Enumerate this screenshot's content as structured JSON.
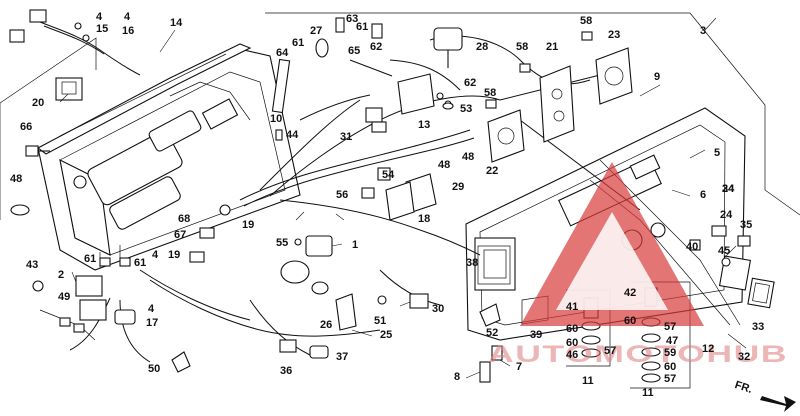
{
  "diagram": {
    "callouts": [
      "1",
      "2",
      "3",
      "4",
      "4",
      "4",
      "4",
      "5",
      "6",
      "7",
      "8",
      "9",
      "10",
      "11",
      "11",
      "12",
      "13",
      "14",
      "15",
      "16",
      "17",
      "18",
      "19",
      "19",
      "20",
      "21",
      "22",
      "23",
      "24",
      "24",
      "25",
      "26",
      "27",
      "28",
      "29",
      "30",
      "31",
      "32",
      "33",
      "34",
      "35",
      "36",
      "37",
      "38",
      "39",
      "40",
      "41",
      "42",
      "43",
      "44",
      "45",
      "46",
      "47",
      "48",
      "48",
      "48",
      "49",
      "50",
      "51",
      "52",
      "53",
      "54",
      "55",
      "56",
      "57",
      "57",
      "57",
      "58",
      "58",
      "58",
      "59",
      "60",
      "60",
      "60",
      "60",
      "61",
      "61",
      "61",
      "61",
      "62",
      "62",
      "63",
      "64",
      "65",
      "66",
      "67",
      "68"
    ],
    "watermark": "AUTOMOTOHUB",
    "direction_label": "FR."
  },
  "colors": {
    "ink": "#111111",
    "background": "#ffffff",
    "watermark": "#d93a3a"
  }
}
